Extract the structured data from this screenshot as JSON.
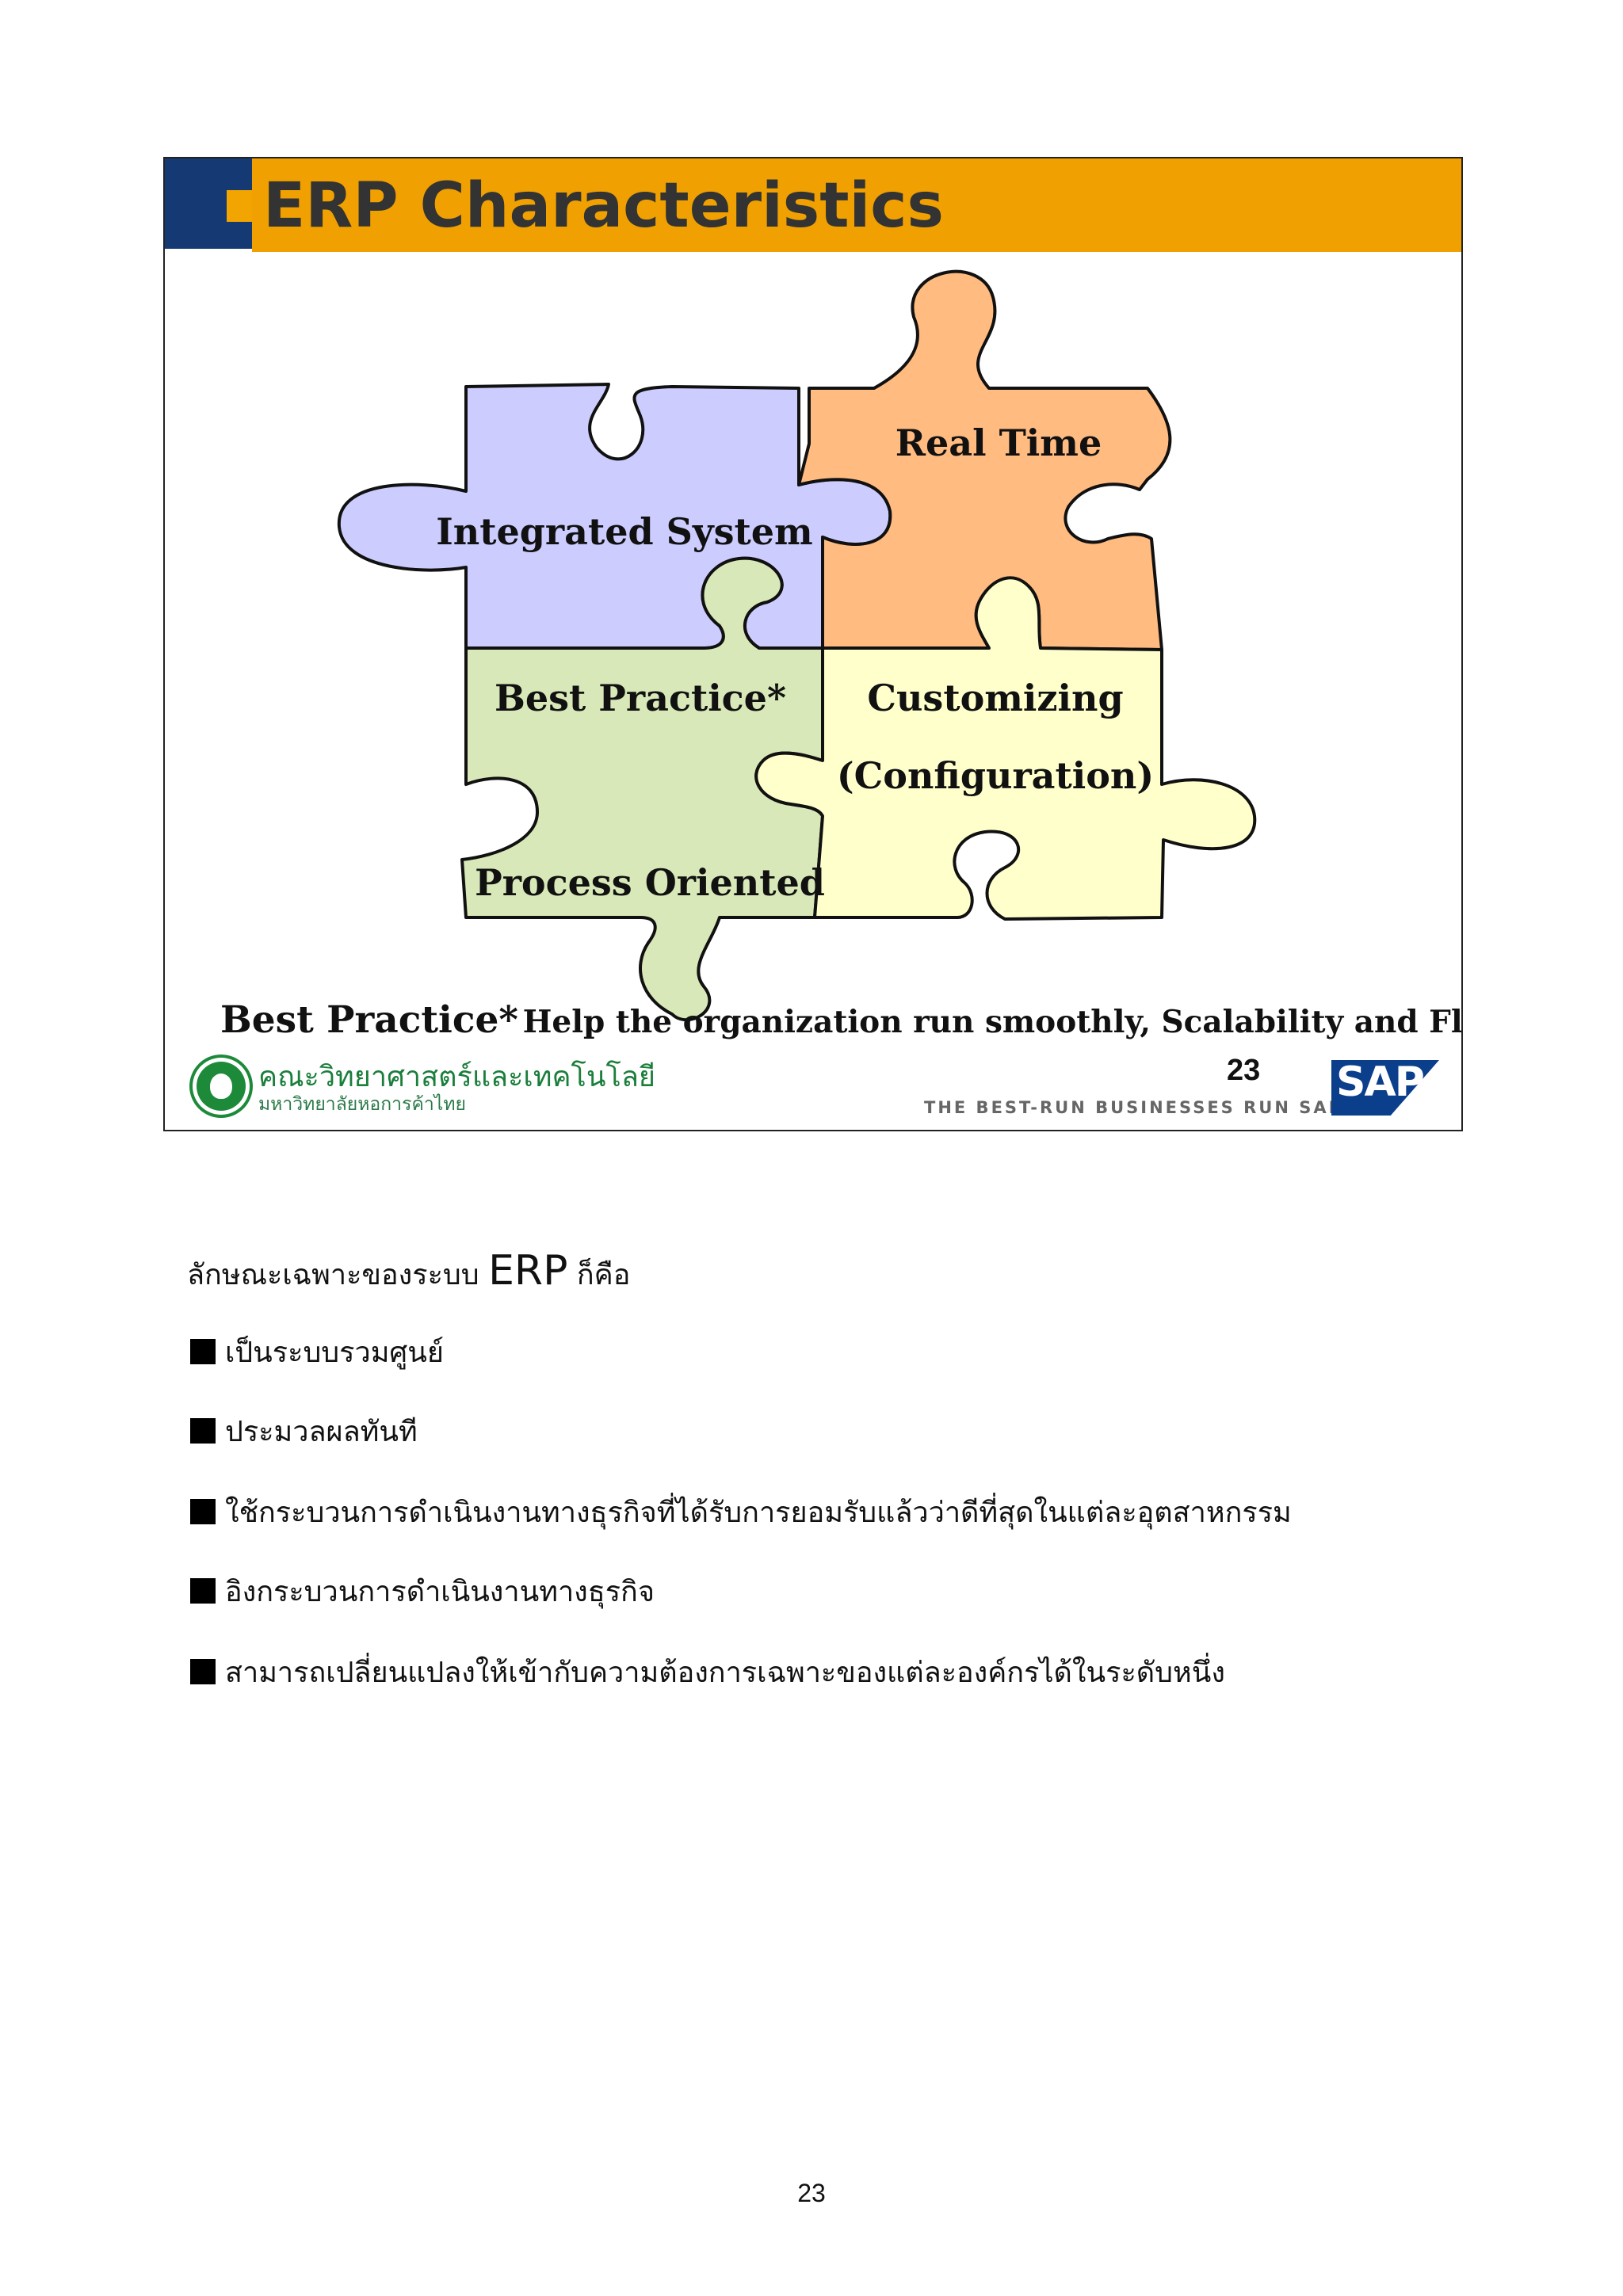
{
  "slide": {
    "title": "ERP Characteristics",
    "pieces": {
      "integrated": "Integrated System",
      "realtime": "Real Time",
      "bestpractice": "Best Practice*",
      "process": "Process Oriented",
      "customizing": "Customizing",
      "configuration": "(Configuration)"
    },
    "note": {
      "term": "Best Practice*",
      "text": "Help the organization run smoothly, Scalability and Flexibility"
    },
    "slide_number": "23",
    "faculty_name": "คณะวิทยาศาสตร์และเทคโนโลยี",
    "university_name": "มหาวิทยาลัยหอการค้าไทย",
    "tagline": "THE BEST-RUN BUSINESSES RUN SAP",
    "sap_logo_text": "SAP"
  },
  "colors": {
    "navy": "#153a73",
    "orange_bar": "#f0a000",
    "purple_piece": "#ccccff",
    "orange_piece": "#ffbb80",
    "green_piece": "#d8e8b8",
    "yellow_piece": "#ffffcc"
  },
  "body": {
    "intro_before": "ลักษณะเฉพาะของระบบ",
    "intro_erp": "ERP",
    "intro_after": "ก็คือ",
    "bullets": [
      "เป็นระบบรวมศูนย์",
      "ประมวลผลทันที",
      "ใช้กระบวนการดำเนินงานทางธุรกิจที่ได้รับการยอมรับแล้วว่าดีที่สุดในแต่ละอุตสาหกรรม",
      "อิงกระบวนการดำเนินงานทางธุรกิจ",
      "สามารถเปลี่ยนแปลงให้เข้ากับความต้องการเฉพาะของแต่ละองค์กรได้ในระดับหนึ่ง"
    ]
  },
  "page_number": "23"
}
